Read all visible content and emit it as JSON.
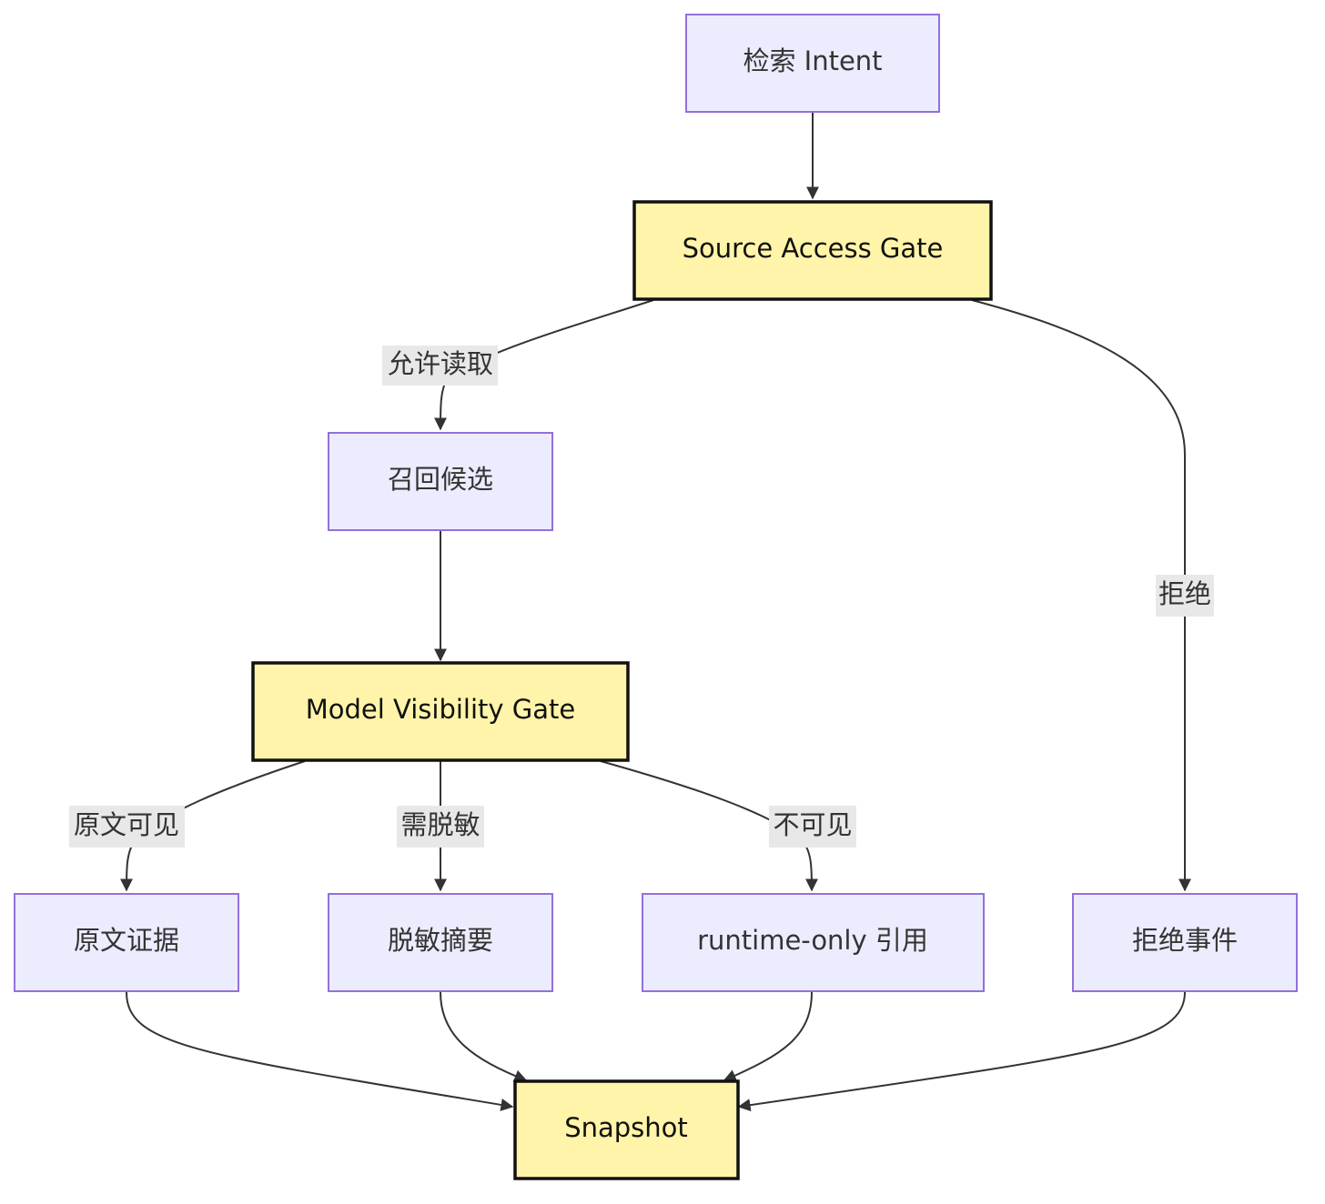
{
  "colors": {
    "node_fill": "#ECECFF",
    "node_stroke": "#9370DB",
    "gate_fill": "#FFF4A9",
    "gate_stroke": "#111111",
    "edge": "#333333",
    "label_bg": "#E8E8E8"
  },
  "nodes": {
    "intent": "检索 Intent",
    "source_gate": "Source Access Gate",
    "recall": "召回候选",
    "visibility_gate": "Model Visibility Gate",
    "raw_evidence": "原文证据",
    "redacted_summary": "脱敏摘要",
    "runtime_ref": "runtime-only 引用",
    "reject_event": "拒绝事件",
    "snapshot": "Snapshot"
  },
  "edges": {
    "allow_read": "允许读取",
    "reject": "拒绝",
    "raw_visible": "原文可见",
    "needs_redaction": "需脱敏",
    "not_visible": "不可见"
  }
}
